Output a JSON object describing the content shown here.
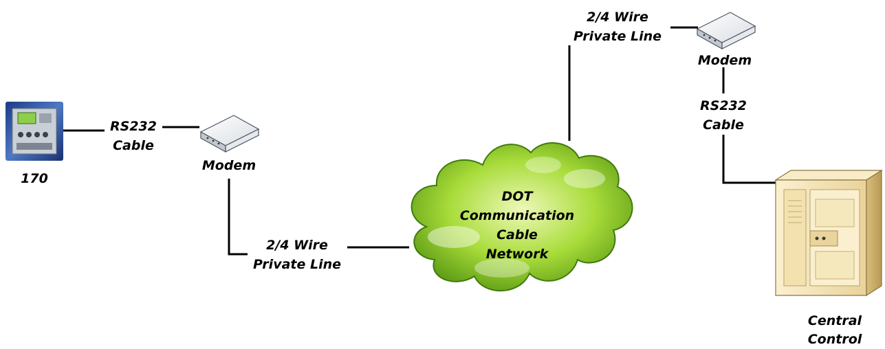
{
  "labels": {
    "controller": "170",
    "rs232_left": [
      "RS232",
      "Cable"
    ],
    "modem_left": "Modem",
    "line_left": [
      "2/4 Wire",
      "Private Line"
    ],
    "cloud": [
      "DOT",
      "Communication",
      "Cable",
      "Network"
    ],
    "line_right": [
      "2/4 Wire",
      "Private Line"
    ],
    "modem_right": "Modem",
    "rs232_right": [
      "RS232",
      "Cable"
    ],
    "server": [
      "Central",
      "Control"
    ]
  },
  "colors": {
    "cloud_light": "#eef8b8",
    "cloud_mid": "#a8dc3a",
    "cloud_dark": "#4f8a10",
    "controller_bg": "#2b4f9e",
    "server_body": "#f4e3b4",
    "wire": "#000000"
  },
  "icons": {
    "controller": "traffic-controller-170-icon",
    "modem": "modem-icon",
    "cloud": "network-cloud-icon",
    "server": "server-tower-icon"
  }
}
